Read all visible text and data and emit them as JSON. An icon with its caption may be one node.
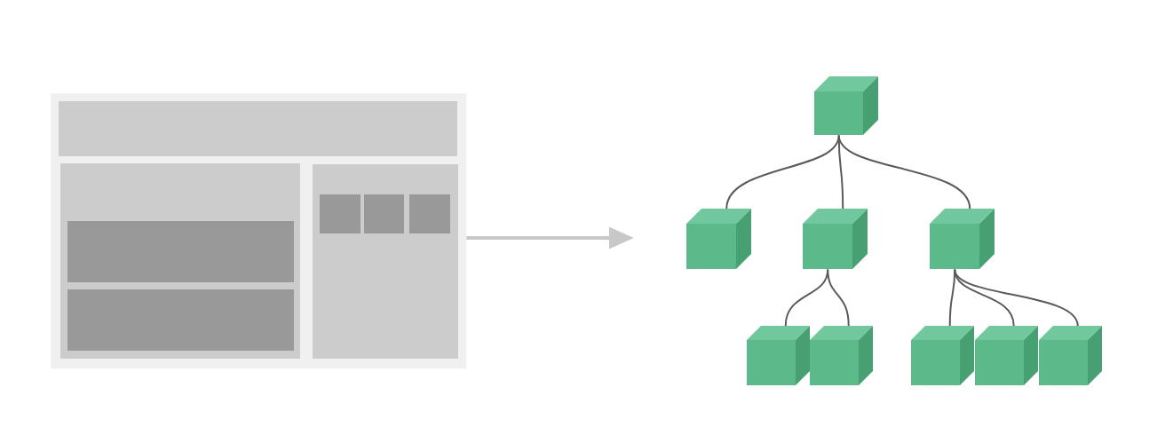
{
  "diagram": {
    "nodes": [
      {
        "text": [],
        "shape": "picture"
      },
      {
        "text": [],
        "shape": "cube"
      },
      {
        "text": [],
        "shape": "cube"
      },
      {
        "text": [],
        "shape": "cube"
      },
      {
        "text": [],
        "shape": "cube"
      },
      {
        "text": [],
        "shape": "cube"
      },
      {
        "text": [],
        "shape": "cube"
      },
      {
        "text": [],
        "shape": "cube"
      },
      {
        "text": [],
        "shape": "cube"
      },
      {
        "text": [],
        "shape": "cube"
      }
    ],
    "edges": [
      {
        "from": 0,
        "to": null,
        "arrow": "to",
        "style": "thick",
        "color": "#c8c8c8"
      },
      {
        "from": 1,
        "to": 2,
        "arrow": "none"
      },
      {
        "from": 1,
        "to": 3,
        "arrow": "none"
      },
      {
        "from": 1,
        "to": 4,
        "arrow": "none"
      },
      {
        "from": 3,
        "to": 5,
        "arrow": "none"
      },
      {
        "from": 3,
        "to": 6,
        "arrow": "none"
      },
      {
        "from": 4,
        "to": 7,
        "arrow": "none"
      },
      {
        "from": 4,
        "to": 8,
        "arrow": "none"
      },
      {
        "from": 4,
        "to": 9,
        "arrow": "none"
      }
    ]
  }
}
